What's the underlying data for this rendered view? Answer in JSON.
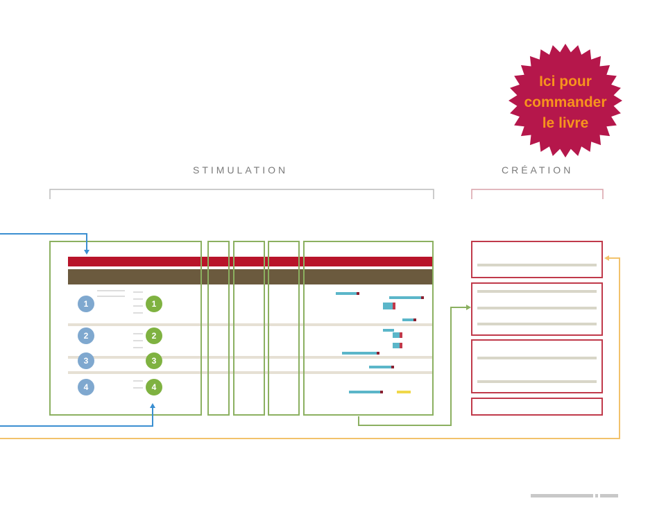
{
  "badge": {
    "lines": [
      "Ici pour",
      "commander",
      "le livre"
    ],
    "color": "#b5174b",
    "text_color": "#f7941d"
  },
  "sections": {
    "stimulation": "STIMULATION",
    "creation": "CRÉATION"
  },
  "steps_blue": [
    "1",
    "2",
    "3",
    "4"
  ],
  "steps_green": [
    "1",
    "2",
    "3",
    "4"
  ],
  "colors": {
    "green": "#8bb060",
    "red": "#c0394a",
    "blue": "#3b8fd1",
    "orange": "#f2c26b",
    "table_red": "#b8142a",
    "table_brown": "#6b5a3e"
  }
}
